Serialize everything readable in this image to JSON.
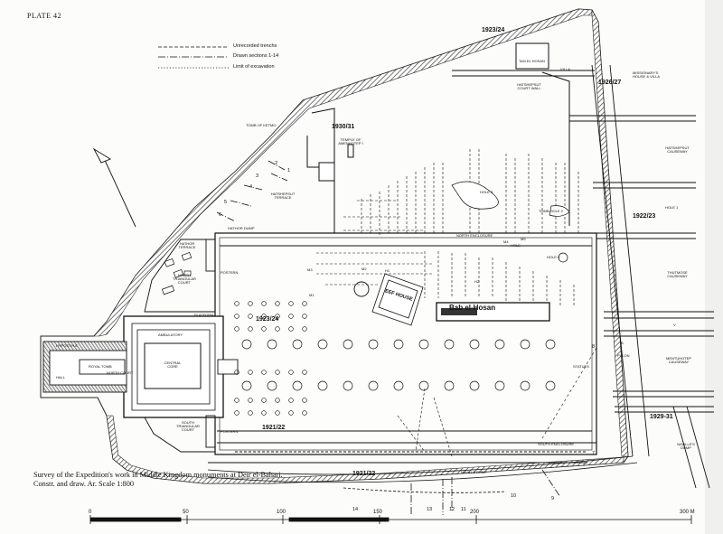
{
  "plate": {
    "number": "PLATE 42",
    "caption": "Survey of the Expedition's work in Middle Kingdom monuments at Deir el-Bahari. Constr. and draw. Ar. Scale 1:800"
  },
  "legend": {
    "items": [
      {
        "label": "Unrecorded trenchs",
        "style": "dashed"
      },
      {
        "label": "Drawn sections 1-14",
        "style": "dash-dot"
      },
      {
        "label": "Limit of excavation",
        "style": "dotted"
      }
    ]
  },
  "scale_bar": {
    "ticks": [
      "0",
      "50",
      "100",
      "150",
      "200",
      "300 M"
    ]
  },
  "labels": {
    "yr_1923_24_top": "1923/24",
    "yr_1926_27": "1926/27",
    "yr_1930_31": "1930/31",
    "yr_1922_23": "1922/23",
    "yr_1923_24_court": "1923/24",
    "yr_1921_22_center": "1921/22",
    "yr_1921_22_bottom": "1921/22",
    "yr_1929_31": "1929-31",
    "bab": "Bab el-Hosan",
    "eee_house": "EEF HOUSE",
    "hatshepsut_court_wall": "HATSHEPSUT COURT WALL",
    "hatshepsut_terrace": "HATSHEPSUT TERRACE",
    "hatshepsut_causeway": "HATSHEPSUT CAUSEWAY",
    "thutmose_causeway": "THUTMOSE CAUSEWAY",
    "mentuhotep_causeway": "MENTUHOTEP CAUSEWAY",
    "temple_amenhotep": "TEMPLE OF AMENHOTEP I",
    "tomb_of_ketmo": "TOMB OF KETMO",
    "mathor_terrace": "HATHOR TERRACE",
    "north_triangular_court": "NORTH TRIANGULAR COURT",
    "south_triangular_court": "SOUTH TRIANGULAR COURT",
    "platform": "PLATFORM",
    "ambulatory": "AMBULATORY",
    "central_core": "CENTRAL CORE",
    "hypostyle": "HYPOSTYLE",
    "royal_tomb": "ROYAL TOMB",
    "north_court": "NORTH COURT",
    "hall": "HALL",
    "postern_n": "POSTERN",
    "postern_s": "POSTERN",
    "pylon": "PYLON",
    "statues": "STATUES",
    "hathor_dump": "HATHOR DUMP",
    "naville_dump": "NAVILLE'S DUMP",
    "naville_dump_btm": "NAVILLE DUMP",
    "north_enclosure": "NORTH ENCLOSURE",
    "south_enclosure": "SOUTH ENCLOSURE",
    "box_label": "TAN EL HOSAN",
    "tomb_hole": "TOMB HOLE 2",
    "hole_3": "HOLE 3",
    "hole_k": "HOLE K",
    "hole_1": "HOLE 1",
    "tomb_hole_h": "HOLE",
    "villa": "VILLA",
    "misc_ne": "MISSIONARY'S HOUSE & VILLA",
    "s_num_1": "1",
    "s_num_2": "2",
    "s_num_3": "3",
    "s_num_4": "4",
    "s_num_5": "5",
    "s_num_6": "6",
    "s_num_9": "9",
    "s_num_10": "10",
    "s_num_11": "11",
    "s_num_12": "12",
    "s_num_13": "13",
    "s_num_14": "14",
    "s_num_8": "8",
    "s_num_7": "7",
    "m1": "M1",
    "m2": "M2",
    "m3": "M3",
    "m4": "M4",
    "m5": "M5",
    "h1": "H1",
    "h2": "H2",
    "v": "V",
    "b": "B"
  }
}
